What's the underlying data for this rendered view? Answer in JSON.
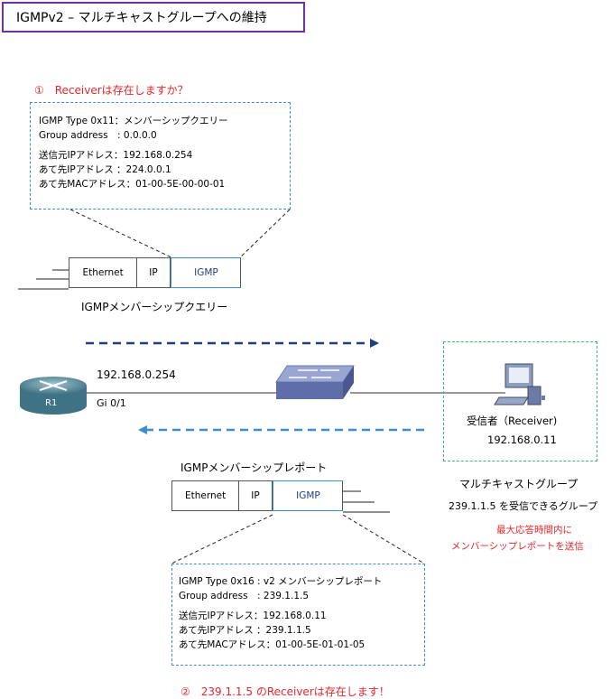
{
  "title": "IGMPv2 – マルチキャストグループへの維持",
  "query": {
    "heading": "①　Receiverは存在しますか？",
    "lines": [
      "IGMP Type 0x11：メンバーシップクエリー",
      "Group address　: 0.0.0.0",
      "送信元IPアドレス：192.168.0.254",
      "あて先IPアドレス ：224.0.0.1",
      "あて先MACアドレス：01-00-5E-00-00-01"
    ],
    "frame": [
      "Ethernet",
      "IP",
      "IGMP"
    ],
    "frame_label": "IGMPメンバーシップクエリー"
  },
  "router": {
    "name": "R1",
    "ip": "192.168.0.254",
    "interface": "Gi 0/1"
  },
  "receiver": {
    "label": "受信者（Receiver)",
    "ip": "192.168.0.11"
  },
  "group": {
    "title": "マルチキャストグループ",
    "desc": "239.1.1.5 を受信できるグループ",
    "note_line1": "最大応答時間内に",
    "note_line2": "メンバーシップレポートを送信"
  },
  "report": {
    "frame_label": "IGMPメンバーシップレポート",
    "frame": [
      "Ethernet",
      "IP",
      "IGMP"
    ],
    "lines": [
      "IGMP Type 0x16 : v2 メンバーシップレポート",
      "Group address　: 239.1.1.5",
      "送信元IPアドレス：192.168.0.11",
      "あて先IPアドレス ：239.1.1.5",
      "あて先MACアドレス：01-00-5E-01-01-05"
    ],
    "footer": "②　239.1.1.5 のReceiverは存在します！"
  },
  "colors": {
    "title_border": "#7030a0",
    "red_text": "#e8262b",
    "blue_dash": "#3c8fcf",
    "green_dash": "#3cb878",
    "arrow_dark": "#1f3f7a",
    "arrow_light": "#3c8fcf"
  }
}
